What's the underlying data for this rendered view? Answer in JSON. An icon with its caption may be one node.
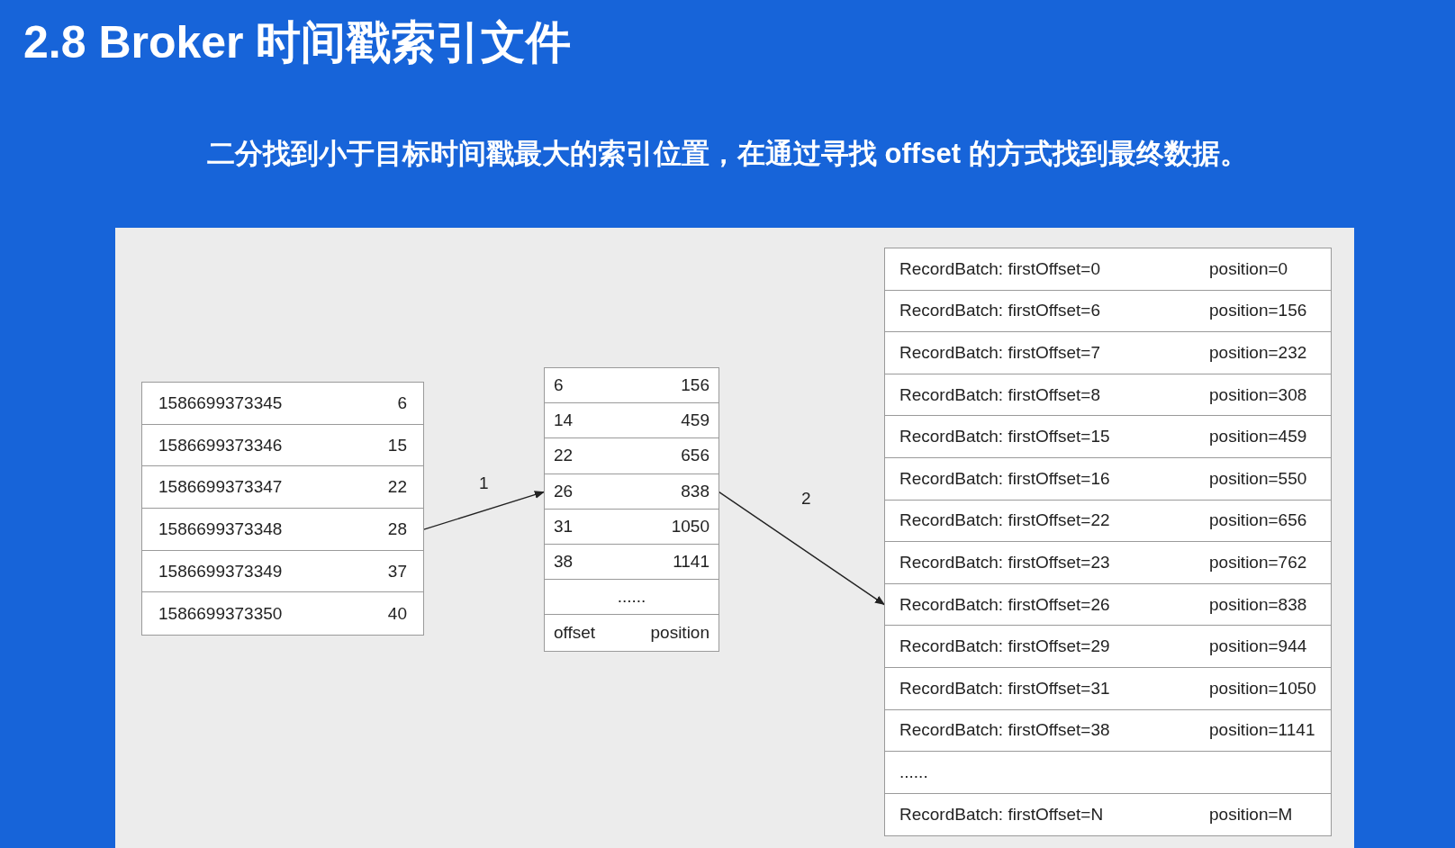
{
  "diagram": {
    "title": "2.8 Broker 时间戳索引文件",
    "nodes": [
      {
        "text": [],
        "shape": "box"
      },
      {
        "text": [
          "1586699373345",
          "6"
        ],
        "in": 0
      },
      {
        "text": [
          "1586699373346",
          "15"
        ],
        "in": 0
      },
      {
        "text": [
          "1586699373347",
          "22"
        ],
        "in": 0
      },
      {
        "text": [
          "1586699373348",
          "28"
        ],
        "in": 0
      },
      {
        "text": [
          "1586699373349",
          "37"
        ],
        "in": 0
      },
      {
        "text": [
          "1586699373350",
          "40"
        ],
        "in": 0
      },
      {
        "text": [],
        "shape": "box"
      },
      {
        "text": [
          "6",
          "156"
        ],
        "in": 7
      },
      {
        "text": [
          "14",
          "459"
        ],
        "in": 7
      },
      {
        "text": [
          "22",
          "656"
        ],
        "in": 7
      },
      {
        "text": [
          "26",
          "838"
        ],
        "in": 7
      },
      {
        "text": [
          "31",
          "1050"
        ],
        "in": 7
      },
      {
        "text": [
          "38",
          "1141"
        ],
        "in": 7
      },
      {
        "text": [
          "......"
        ],
        "in": 7
      },
      {
        "text": [
          "offset",
          "position"
        ],
        "in": 7
      },
      {
        "text": [],
        "shape": "box"
      },
      {
        "text": [
          "RecordBatch: firstOffset=0",
          "position=0"
        ],
        "in": 16
      },
      {
        "text": [
          "RecordBatch: firstOffset=6",
          "position=156"
        ],
        "in": 16
      },
      {
        "text": [
          "RecordBatch: firstOffset=7",
          "position=232"
        ],
        "in": 16
      },
      {
        "text": [
          "RecordBatch: firstOffset=8",
          "position=308"
        ],
        "in": 16
      },
      {
        "text": [
          "RecordBatch: firstOffset=15",
          "position=459"
        ],
        "in": 16
      },
      {
        "text": [
          "RecordBatch: firstOffset=16",
          "position=550"
        ],
        "in": 16
      },
      {
        "text": [
          "RecordBatch: firstOffset=22",
          "position=656"
        ],
        "in": 16
      },
      {
        "text": [
          "RecordBatch: firstOffset=23",
          "position=762"
        ],
        "in": 16
      },
      {
        "text": [
          "RecordBatch: firstOffset=26",
          "position=838"
        ],
        "in": 16
      },
      {
        "text": [
          "RecordBatch: firstOffset=29",
          "position=944"
        ],
        "in": 16
      },
      {
        "text": [
          "RecordBatch: firstOffset=31",
          "position=1050"
        ],
        "in": 16
      },
      {
        "text": [
          "RecordBatch: firstOffset=38",
          "position=1141"
        ],
        "in": 16
      },
      {
        "text": [
          "......"
        ],
        "in": 16
      },
      {
        "text": [
          "RecordBatch: firstOffset=N",
          "position=M"
        ],
        "in": 16
      }
    ],
    "edges": [
      {
        "from": 4,
        "to": 11,
        "arrow": "to",
        "label": "1"
      },
      {
        "from": 11,
        "to": 25,
        "arrow": "to",
        "label": "2"
      }
    ],
    "labels": [
      "二分找到小于目标时间戳最大的索引位置，在通过寻找 offset 的方式找到最终数据。"
    ]
  }
}
